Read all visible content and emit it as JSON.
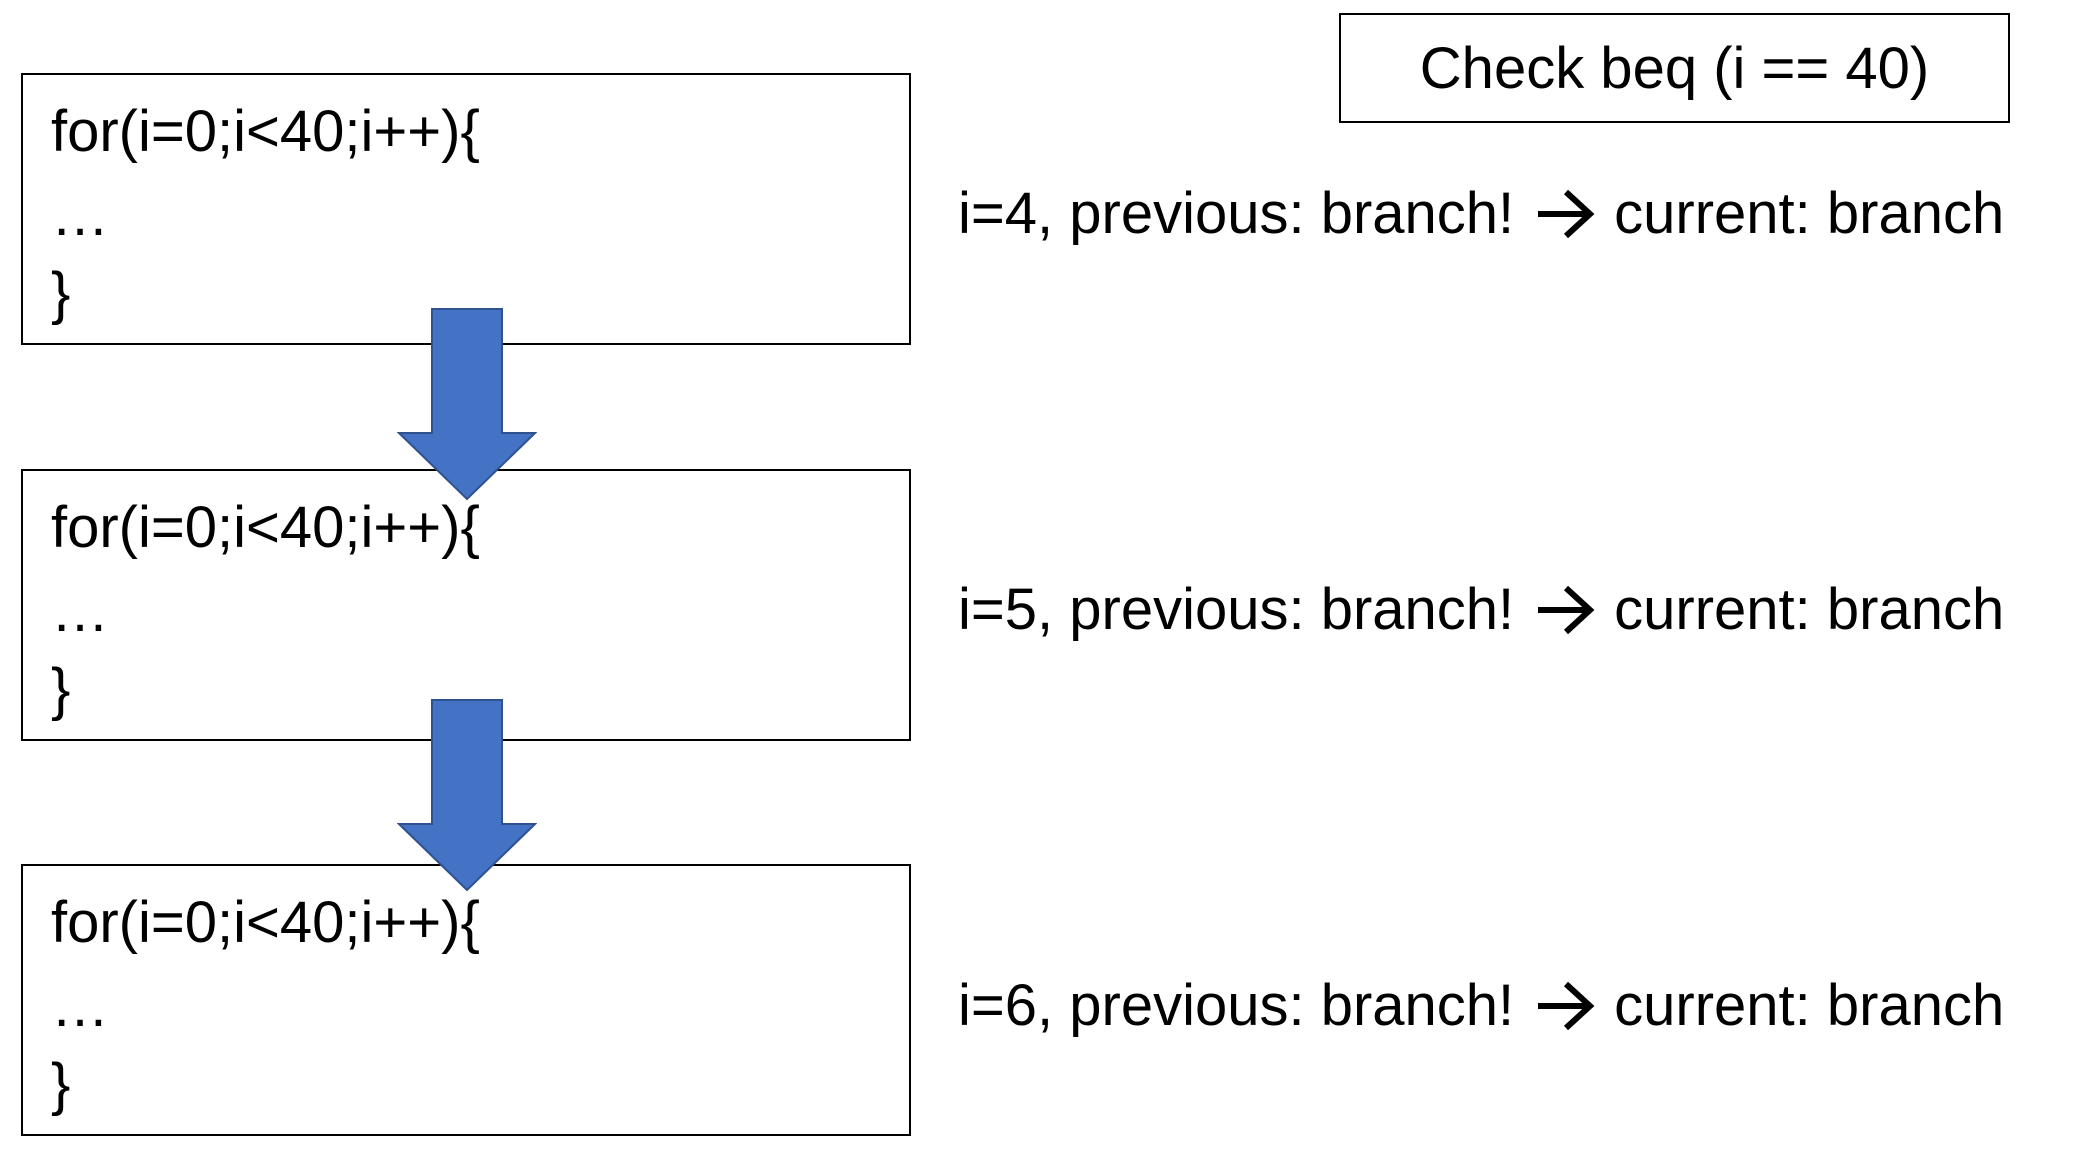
{
  "check": {
    "label": "Check beq (i == 40)"
  },
  "code_boxes": [
    {
      "line1": "for(i=0;i<40;i++){",
      "line2": "…",
      "line3": "}"
    },
    {
      "line1": "for(i=0;i<40;i++){",
      "line2": "…",
      "line3": "}"
    },
    {
      "line1": "for(i=0;i<40;i++){",
      "line2": "…",
      "line3": "}"
    }
  ],
  "annotations": [
    {
      "before": "i=4, previous: branch!",
      "after": "current: branch"
    },
    {
      "before": "i=5, previous: branch!",
      "after": "current: branch"
    },
    {
      "before": "i=6, previous: branch!",
      "after": "current: branch"
    }
  ],
  "colors": {
    "flow_arrow_fill": "#4472C4",
    "flow_arrow_stroke": "#2F528F"
  }
}
